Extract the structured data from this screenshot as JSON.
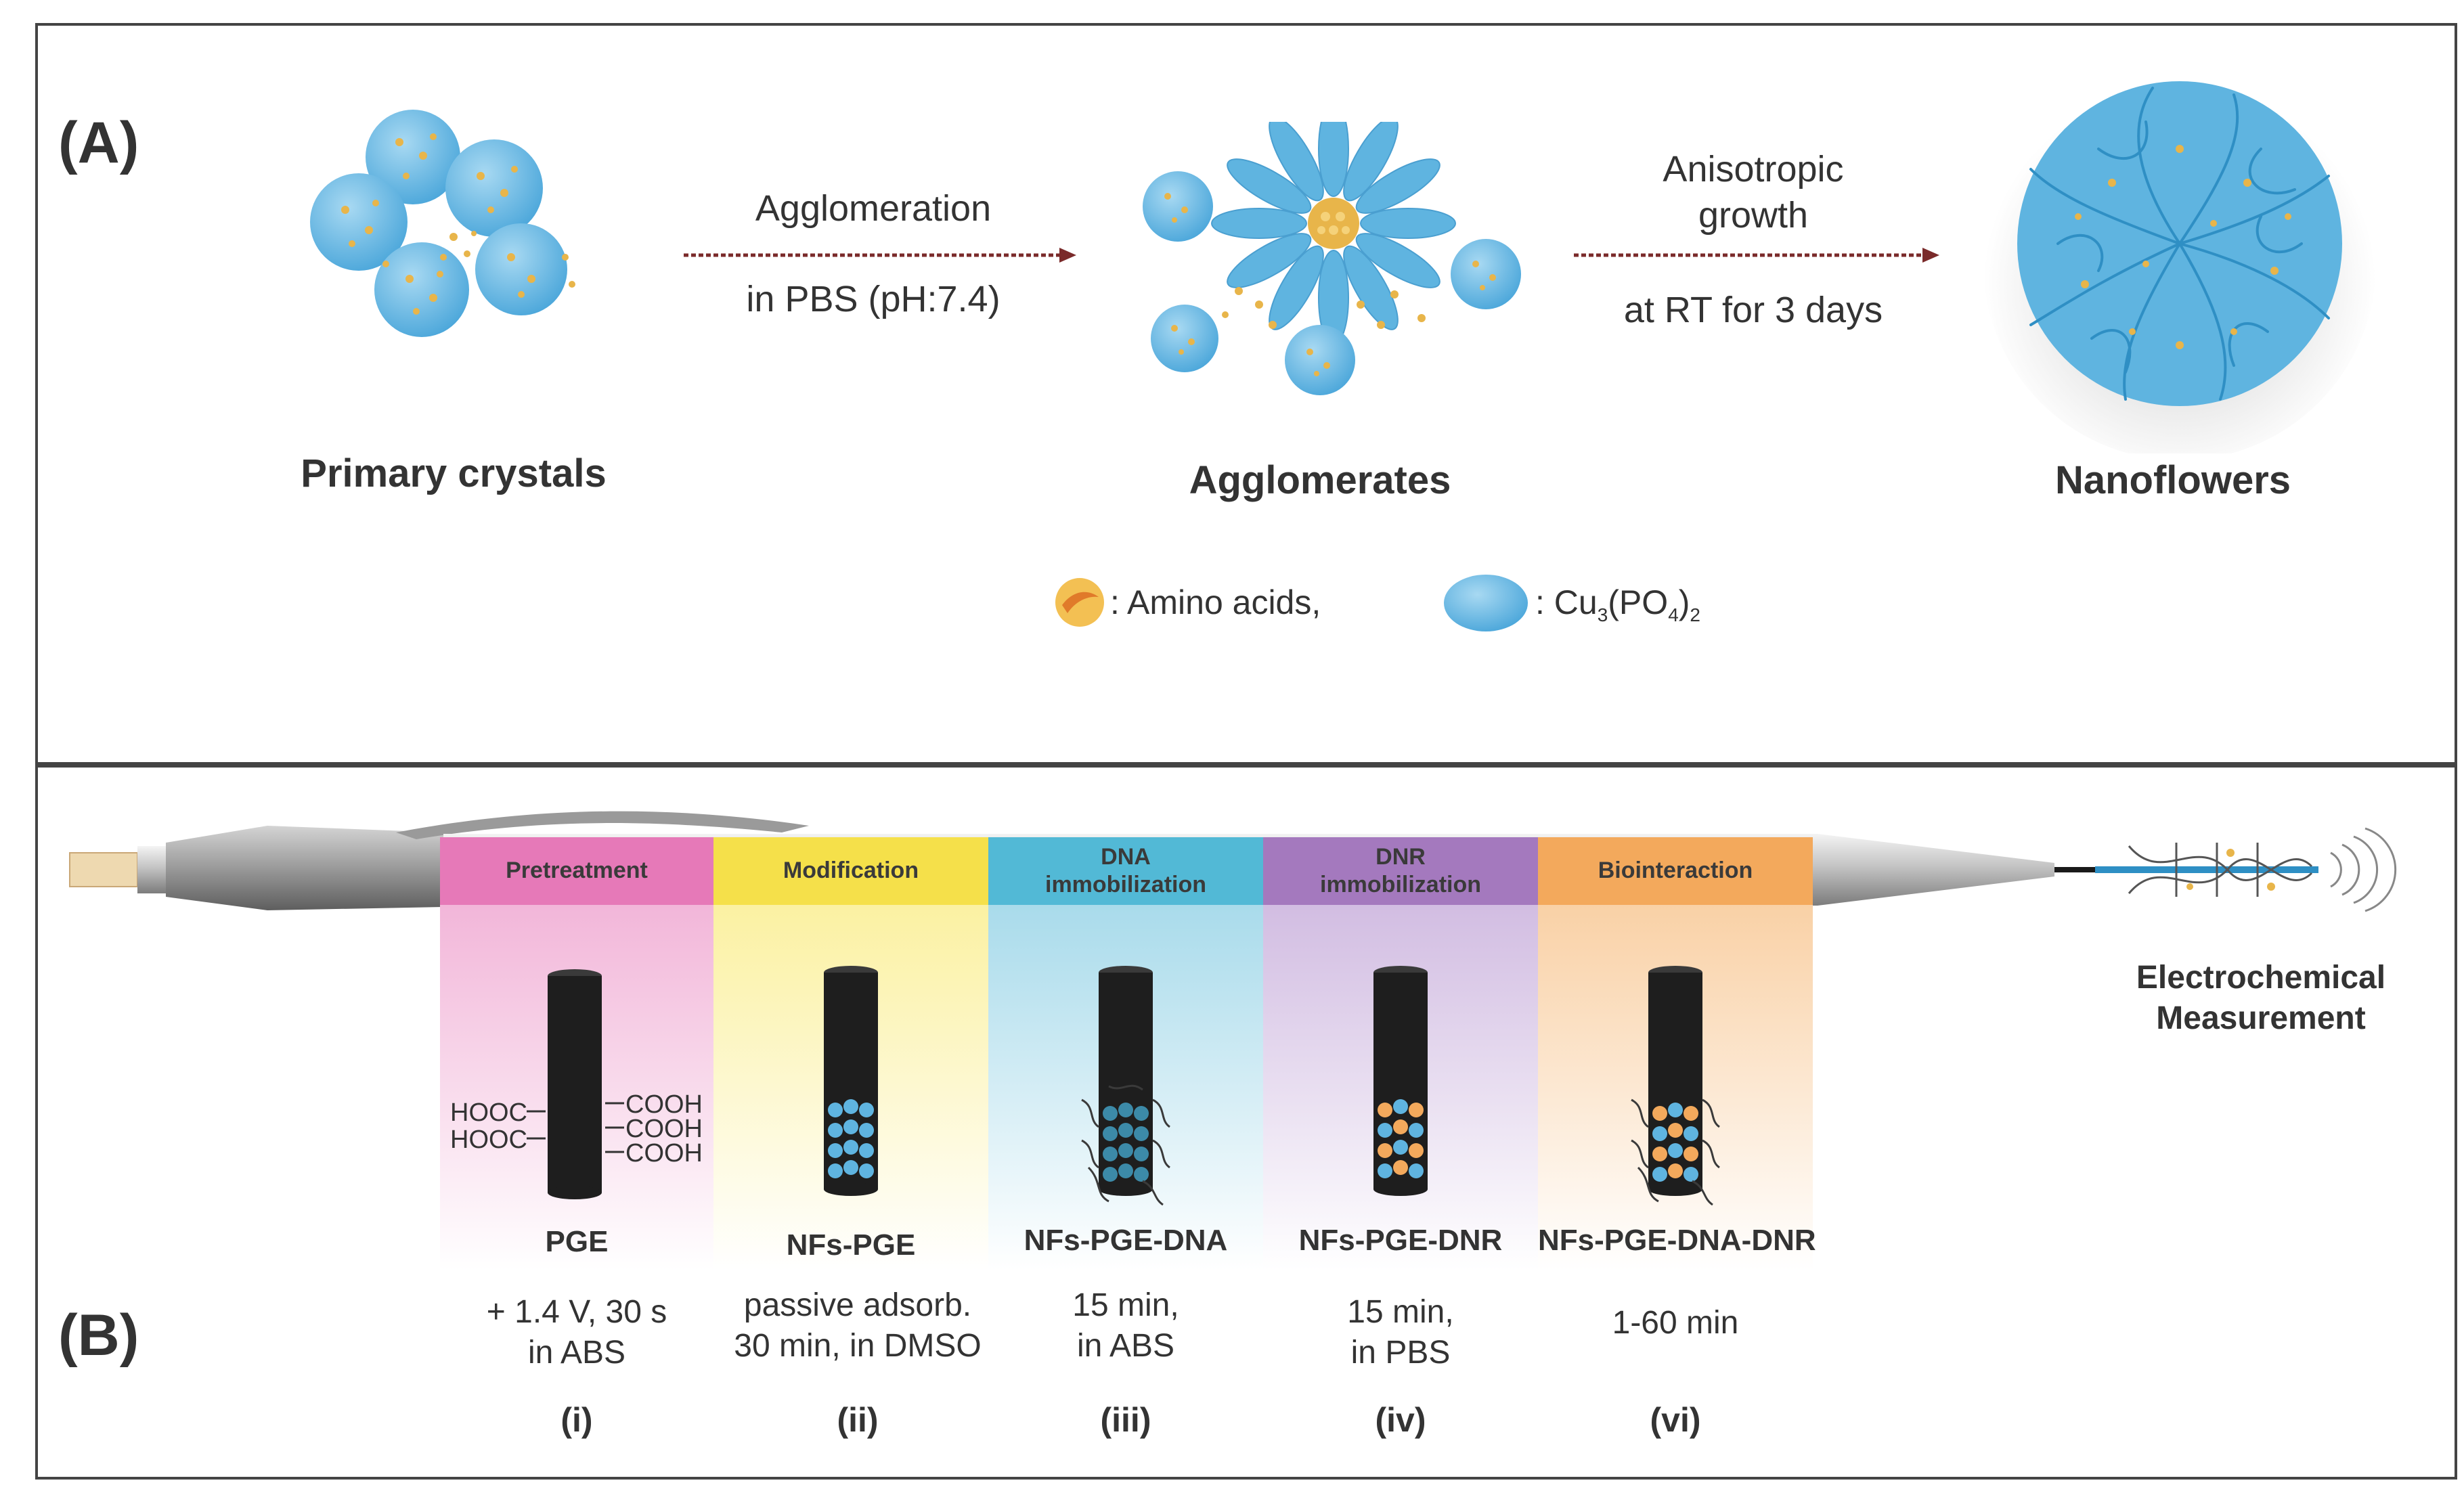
{
  "panel_a": {
    "label": "(A)",
    "stages": [
      {
        "name": "Primary crystals"
      },
      {
        "name": "Agglomerates"
      },
      {
        "name": "Nanoflowers"
      }
    ],
    "arrow1": {
      "above": "Agglomeration",
      "below": "in PBS (pH:7.4)"
    },
    "arrow2": {
      "above_line1": "Anisotropic",
      "above_line2": "growth",
      "below": "at RT for 3 days"
    },
    "legend": {
      "amino_label": ": Amino acids,",
      "cu_prefix": ": Cu",
      "cu_sub1": "3",
      "cu_mid": "(PO",
      "cu_sub2": "4",
      "cu_end": ")",
      "cu_sub3": "2"
    }
  },
  "panel_b": {
    "label": "(B)",
    "steps": [
      {
        "header": "Pretreatment",
        "electrode": "PGE",
        "cond1": "+ 1.4 V, 30 s",
        "cond2": "in ABS",
        "roman": "(i)"
      },
      {
        "header": "Modification",
        "electrode": "NFs-PGE",
        "cond1": "passive adsorb.",
        "cond2": "30 min, in DMSO",
        "roman": "(ii)"
      },
      {
        "header_line1": "DNA",
        "header_line2": "immobilization",
        "electrode": "NFs-PGE-DNA",
        "cond1": "15 min,",
        "cond2": "in ABS",
        "roman": "(iii)"
      },
      {
        "header_line1": "DNR",
        "header_line2": "immobilization",
        "electrode": "NFs-PGE-DNR",
        "cond1": "15 min,",
        "cond2": "in PBS",
        "roman": "(iv)"
      },
      {
        "header": "Biointeraction",
        "electrode": "NFs-PGE-DNA-DNR",
        "cond1": "1-60 min",
        "roman": "(vi)"
      }
    ],
    "groups": {
      "hooc": "HOOC",
      "cooh": "COOH"
    },
    "measurement_line1": "Electrochemical",
    "measurement_line2": "Measurement"
  },
  "colors": {
    "blue": "#5fb4e0",
    "blue_dark": "#3f9fd4",
    "gold": "#e8b54a",
    "arrow": "#7a2a2a",
    "pink": "#e679b8",
    "yellow": "#f5e04a",
    "cyan": "#52b9d6",
    "purple": "#a479be",
    "orange": "#f3a95c"
  }
}
